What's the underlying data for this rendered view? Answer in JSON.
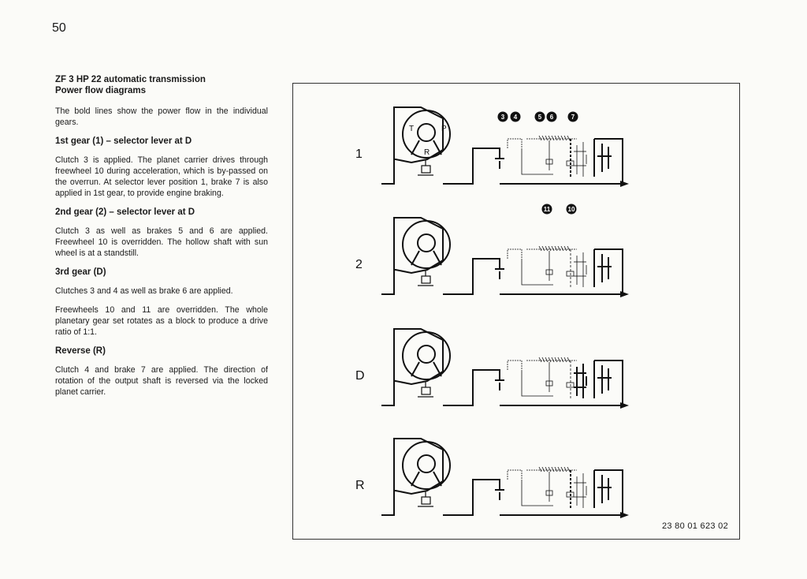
{
  "page_number": "50",
  "title_line1": "ZF 3 HP 22 automatic transmission",
  "title_line2": "Power flow diagrams",
  "intro": "The bold lines show the power flow in the individual gears.",
  "sections": [
    {
      "heading": "1st gear (1) – selector lever at D",
      "paragraphs": [
        "Clutch 3 is applied. The planet carrier drives through freewheel 10 during acceleration, which is by-passed on the overrun. At selector lever position 1, brake 7 is also applied in 1st gear, to provide engine braking."
      ]
    },
    {
      "heading": "2nd gear (2) – selector lever at D",
      "paragraphs": [
        "Clutch 3 as well as brakes 5 and 6 are applied. Freewheel 10 is overridden. The hollow shaft with sun wheel is at a standstill."
      ]
    },
    {
      "heading": "3rd gear (D)",
      "paragraphs": [
        "Clutches 3 and 4 as well as brake 6 are applied.",
        "Freewheels 10 and 11 are overridden. The whole planetary gear set rotates as a block to produce a drive ratio of 1:1."
      ]
    },
    {
      "heading": "Reverse (R)",
      "paragraphs": [
        "Clutch 4 and brake 7 are applied. The direction of rotation of the output shaft is reversed via the locked planet carrier."
      ]
    }
  ],
  "figure": {
    "converter_labels": {
      "t": "T",
      "p": "P",
      "r": "R"
    },
    "component_badges_top": [
      "3",
      "4",
      "5",
      "6",
      "7"
    ],
    "component_badges_bottom": [
      "11",
      "10"
    ],
    "diagram_labels": [
      "1",
      "2",
      "D",
      "R"
    ],
    "figure_code": "23 80 01 623 02"
  }
}
